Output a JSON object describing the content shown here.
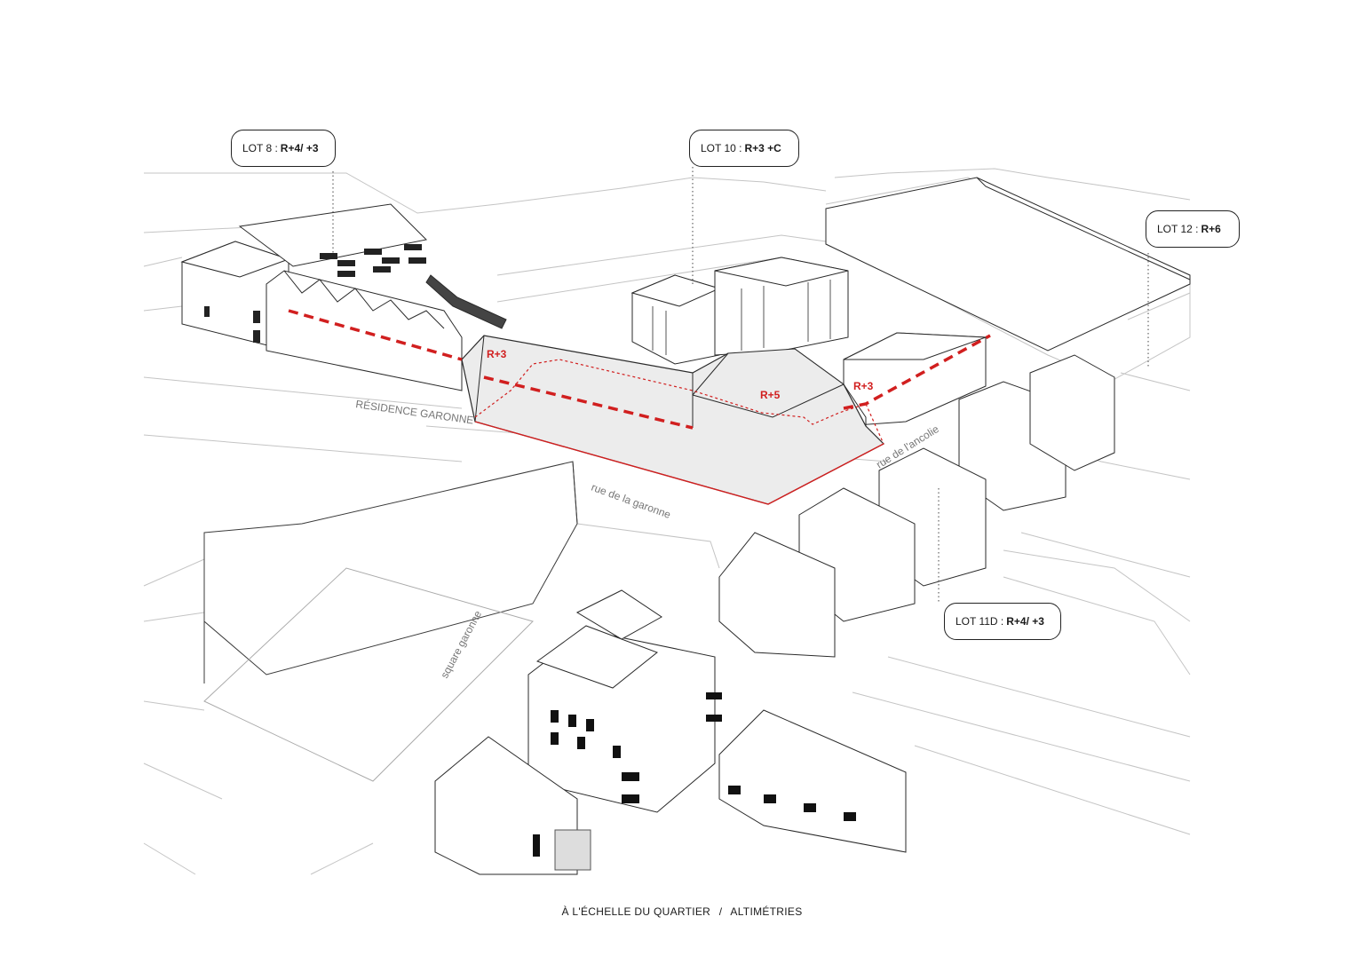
{
  "callouts": {
    "lot8": {
      "prefix": "LOT 8 :",
      "value": "R+4/ +3"
    },
    "lot10": {
      "prefix": "LOT 10 :",
      "value": "R+3 +C"
    },
    "lot12": {
      "prefix": "LOT 12 :",
      "value": "R+6"
    },
    "lot11d": {
      "prefix": "LOT 11D :",
      "value": "R+4/ +3"
    }
  },
  "height_labels": {
    "west": "R+3",
    "center": "R+5",
    "east": "R+3"
  },
  "streets": {
    "residence": "RÉSIDENCE GARONNE",
    "garonne": "rue de la garonne",
    "ancolie": "rue de l'ancolie",
    "square": "square garonne"
  },
  "caption": {
    "left": "À L'ÉCHELLE DU QUARTIER",
    "separator": "/",
    "right": "ALTIMÉTRIES"
  },
  "colors": {
    "line": "#2a2a2a",
    "light_line": "#b5b5b5",
    "highlight_red": "#d11f1f",
    "project_fill": "#ececec"
  }
}
